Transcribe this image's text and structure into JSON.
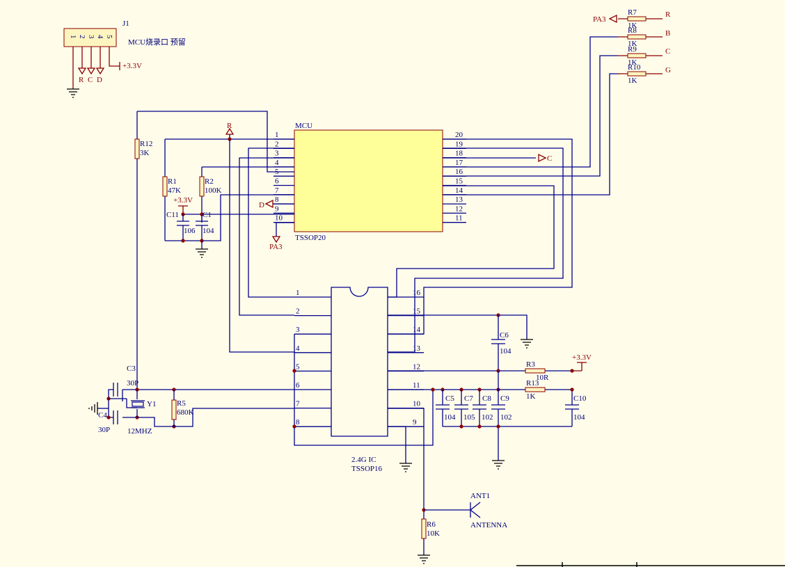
{
  "connector": {
    "ref": "J1",
    "note": "MCU烧录口 预留",
    "pins": [
      "1",
      "2",
      "3",
      "4",
      "5"
    ],
    "supply": "+3.3V",
    "nets": [
      "R",
      "C",
      "D"
    ]
  },
  "mcu": {
    "ref": "MCU",
    "package": "TSSOP20",
    "pins_left": [
      "1",
      "2",
      "3",
      "4",
      "5",
      "6",
      "7",
      "8",
      "9",
      "10"
    ],
    "pins_right": [
      "20",
      "19",
      "18",
      "17",
      "16",
      "15",
      "14",
      "13",
      "12",
      "11"
    ],
    "net_r": "R",
    "net_c": "C",
    "net_d": "D",
    "net_pa3": "PA3"
  },
  "rf_ic": {
    "name": "2.4G IC",
    "package": "TSSOP16",
    "pins_left": [
      "1",
      "2",
      "3",
      "4",
      "5",
      "6",
      "7",
      "8"
    ],
    "pins_right": [
      "16",
      "15",
      "14",
      "13",
      "12",
      "11",
      "10",
      "9"
    ]
  },
  "output_resistors": [
    {
      "ref": "R7",
      "value": "1K",
      "net": "R"
    },
    {
      "ref": "R8",
      "value": "1K",
      "net": "B"
    },
    {
      "ref": "R9",
      "value": "1K",
      "net": "C"
    },
    {
      "ref": "R10",
      "value": "1K",
      "net": "G"
    }
  ],
  "pa3_label": "PA3",
  "parts": {
    "r12": {
      "ref": "R12",
      "value": "3K"
    },
    "r1": {
      "ref": "R1",
      "value": "47K"
    },
    "r2": {
      "ref": "R2",
      "value": "100K"
    },
    "c11": {
      "ref": "C11",
      "value": "106"
    },
    "c1": {
      "ref": "C1",
      "value": "104"
    },
    "vcc_a": "+3.3V",
    "c3": {
      "ref": "C3",
      "value": "30P"
    },
    "c4": {
      "ref": "C4",
      "value": "30P"
    },
    "y1": {
      "ref": "Y1",
      "value": "12MHZ"
    },
    "r5": {
      "ref": "R5",
      "value": "680K"
    },
    "c6": {
      "ref": "C6",
      "value": "104"
    },
    "r3": {
      "ref": "R3",
      "value": "10R"
    },
    "r13": {
      "ref": "R13",
      "value": "1K"
    },
    "vcc_b": "+3.3V",
    "c5": {
      "ref": "C5",
      "value": "104"
    },
    "c7": {
      "ref": "C7",
      "value": "105"
    },
    "c8": {
      "ref": "C8",
      "value": "102"
    },
    "c9": {
      "ref": "C9",
      "value": "102"
    },
    "c10": {
      "ref": "C10",
      "value": "104"
    },
    "r6": {
      "ref": "R6",
      "value": "10K"
    },
    "ant": {
      "ref": "ANT1",
      "value": "ANTENNA"
    }
  }
}
